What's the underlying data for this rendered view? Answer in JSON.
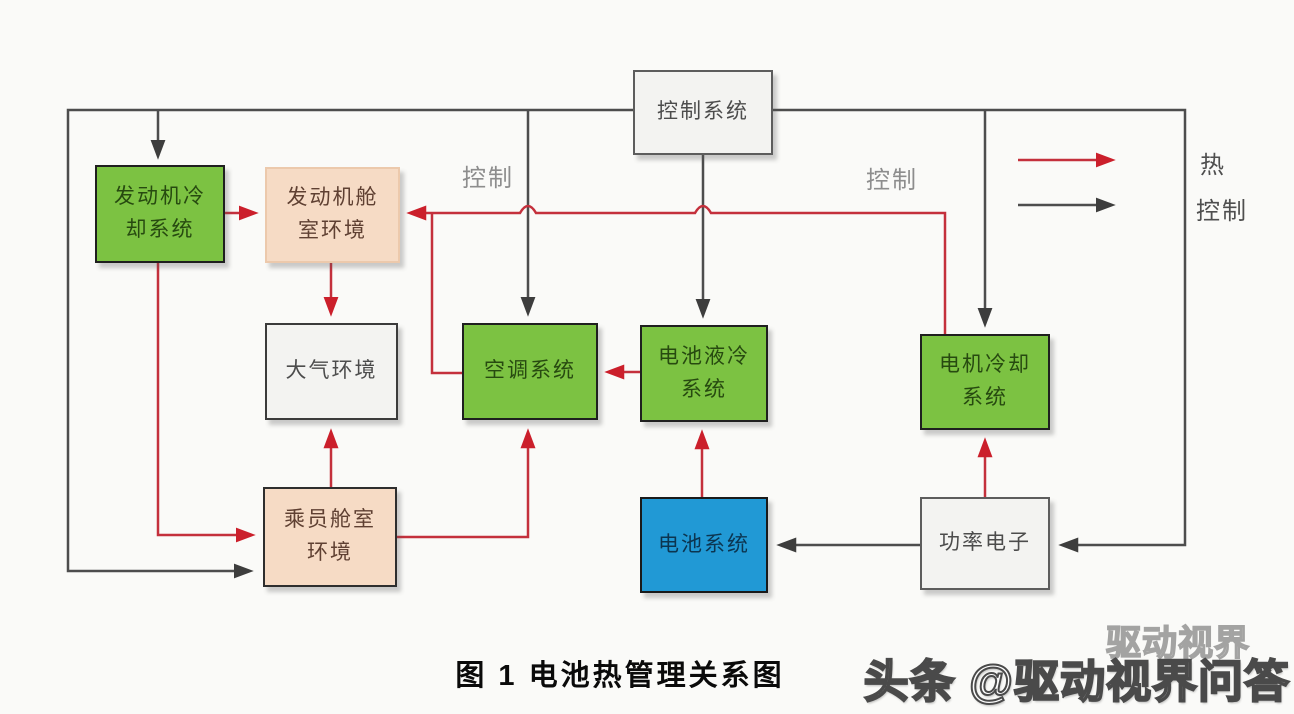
{
  "caption": "图 1  电池热管理关系图",
  "watermark": {
    "text": "头条 @驱动视界问答",
    "ghost": "驱动视界"
  },
  "legend": {
    "heat_label": "热",
    "control_label": "控制"
  },
  "edge_labels": {
    "left_control": "控制",
    "right_control": "控制"
  },
  "diagram": {
    "nodes": {
      "control_system": {
        "label": "控制系统",
        "type": "plain"
      },
      "engine_cooling": {
        "label": "发动机冷\n却系统",
        "type": "green"
      },
      "engine_bay_env": {
        "label": "发动机舱\n室环境",
        "type": "peach"
      },
      "atmosphere": {
        "label": "大气环境",
        "type": "plain"
      },
      "ac_system": {
        "label": "空调系统",
        "type": "green"
      },
      "battery_liquid_cooling": {
        "label": "电池液冷\n系统",
        "type": "green"
      },
      "motor_cooling": {
        "label": "电机冷却\n系统",
        "type": "green"
      },
      "cabin_env": {
        "label": "乘员舱室\n环境",
        "type": "peach"
      },
      "battery_system": {
        "label": "电池系统",
        "type": "blue"
      },
      "power_electronics": {
        "label": "功率电子",
        "type": "plain"
      }
    },
    "colors": {
      "heat_line": "#c4303c",
      "control_line": "#4d4d4d",
      "green_box": "#7cc242",
      "peach_box": "#f6dbc5",
      "blue_box": "#2199d5",
      "plain_box": "#f3f3f1"
    },
    "edges": [
      {
        "from": "control_system",
        "to": "engine_cooling",
        "type": "control"
      },
      {
        "from": "control_system",
        "to": "cabin_env",
        "type": "control"
      },
      {
        "from": "control_system",
        "to": "ac_system",
        "type": "control",
        "label": "控制"
      },
      {
        "from": "control_system",
        "to": "battery_liquid_cooling",
        "type": "control"
      },
      {
        "from": "control_system",
        "to": "motor_cooling",
        "type": "control",
        "label": "控制"
      },
      {
        "from": "control_system",
        "to": "power_electronics",
        "type": "control"
      },
      {
        "from": "power_electronics",
        "to": "battery_system",
        "type": "control"
      },
      {
        "from": "engine_cooling",
        "to": "engine_bay_env",
        "type": "heat"
      },
      {
        "from": "engine_cooling",
        "to": "cabin_env",
        "type": "heat"
      },
      {
        "from": "motor_cooling",
        "to": "engine_bay_env",
        "type": "heat"
      },
      {
        "from": "ac_system",
        "to": "engine_bay_env",
        "type": "heat"
      },
      {
        "from": "engine_bay_env",
        "to": "atmosphere",
        "type": "heat"
      },
      {
        "from": "cabin_env",
        "to": "atmosphere",
        "type": "heat"
      },
      {
        "from": "cabin_env",
        "to": "ac_system",
        "type": "heat"
      },
      {
        "from": "battery_liquid_cooling",
        "to": "ac_system",
        "type": "heat"
      },
      {
        "from": "battery_system",
        "to": "battery_liquid_cooling",
        "type": "heat"
      },
      {
        "from": "power_electronics",
        "to": "motor_cooling",
        "type": "heat"
      }
    ]
  }
}
